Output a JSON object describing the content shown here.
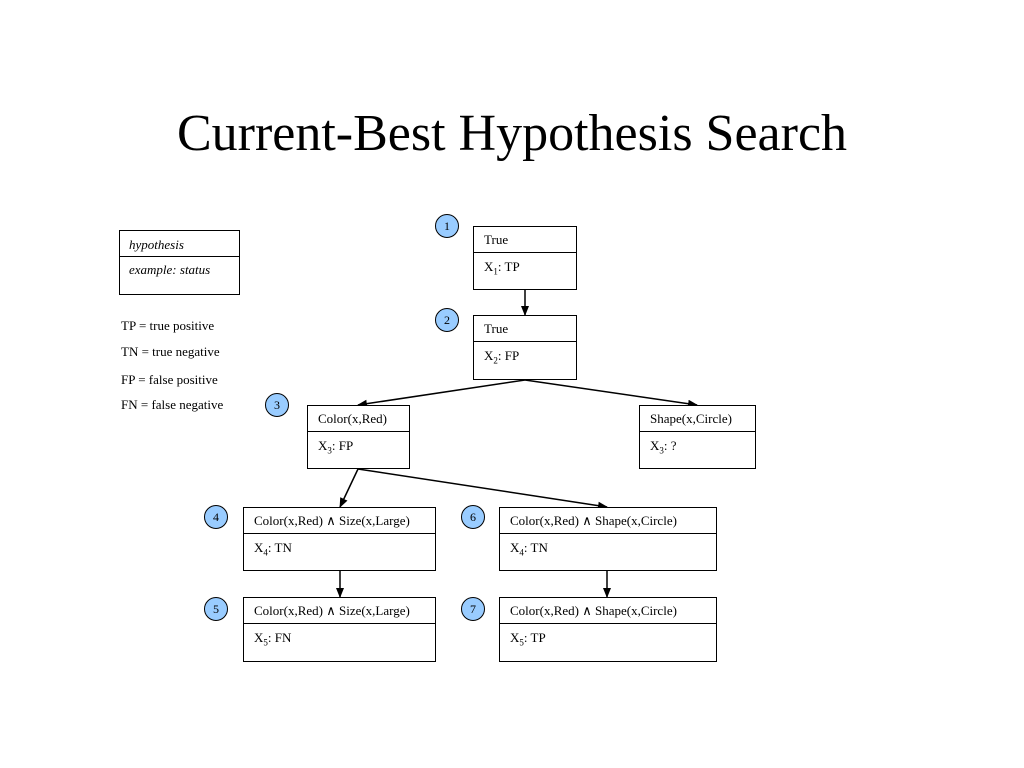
{
  "title": "Current-Best Hypothesis Search",
  "colors": {
    "badge_fill": "#99ccff",
    "line": "#000000"
  },
  "legend": {
    "hypothesis_label": "hypothesis",
    "example_label": "example: status",
    "abbreviations": [
      "TP = true positive",
      "TN = true negative",
      "FP = false positive",
      "FN = false negative"
    ]
  },
  "steps": [
    {
      "number": "1",
      "hypothesis": "True",
      "example_var": "X",
      "example_sub": "1",
      "example_rest": ": TP"
    },
    {
      "number": "2",
      "hypothesis": "True",
      "example_var": "X",
      "example_sub": "2",
      "example_rest": ": FP"
    },
    {
      "number": "3",
      "hypothesis": "Color(x,Red)",
      "example_var": "X",
      "example_sub": "3",
      "example_rest": ": FP"
    },
    {
      "number": "",
      "hypothesis": "Shape(x,Circle)",
      "example_var": "X",
      "example_sub": "3",
      "example_rest": ": ?"
    },
    {
      "number": "4",
      "hypothesis": "Color(x,Red) ∧ Size(x,Large)",
      "example_var": "X",
      "example_sub": "4",
      "example_rest": ": TN"
    },
    {
      "number": "5",
      "hypothesis": "Color(x,Red) ∧ Size(x,Large)",
      "example_var": "X",
      "example_sub": "5",
      "example_rest": ": FN"
    },
    {
      "number": "6",
      "hypothesis": "Color(x,Red) ∧ Shape(x,Circle)",
      "example_var": "X",
      "example_sub": "4",
      "example_rest": ": TN"
    },
    {
      "number": "7",
      "hypothesis": "Color(x,Red) ∧ Shape(x,Circle)",
      "example_var": "X",
      "example_sub": "5",
      "example_rest": ": TP"
    }
  ]
}
